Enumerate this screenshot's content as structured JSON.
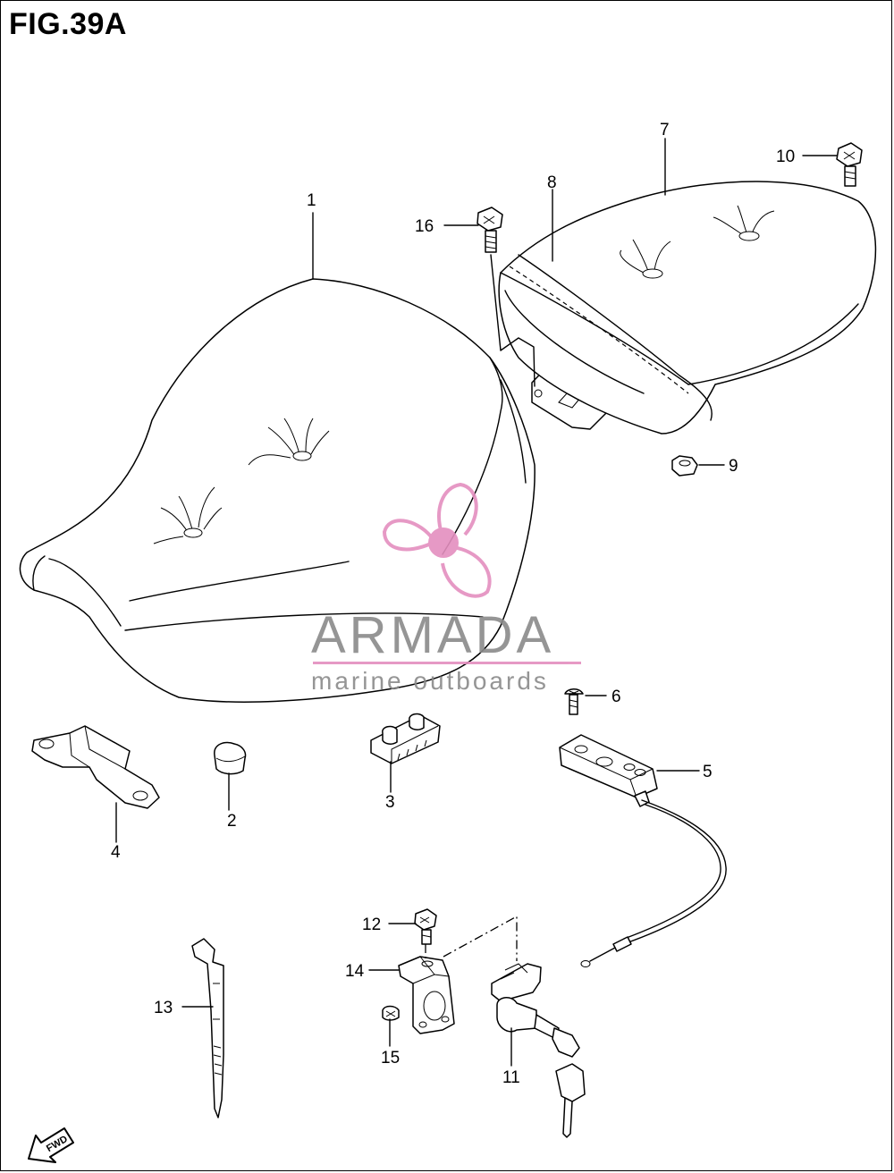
{
  "figure": {
    "title": "FIG.39A",
    "fwd_label": "FWD"
  },
  "watermark": {
    "brand": "ARMADA",
    "tagline": "marine outboards",
    "color": "#e48fbf",
    "text_color": "#8a8a8a"
  },
  "callouts": {
    "c1": "1",
    "c2": "2",
    "c3": "3",
    "c4": "4",
    "c5": "5",
    "c6": "6",
    "c7": "7",
    "c8": "8",
    "c9": "9",
    "c10": "10",
    "c11": "11",
    "c12": "12",
    "c13": "13",
    "c14": "14",
    "c15": "15",
    "c16": "16"
  },
  "colors": {
    "line": "#000000",
    "background": "#ffffff"
  }
}
